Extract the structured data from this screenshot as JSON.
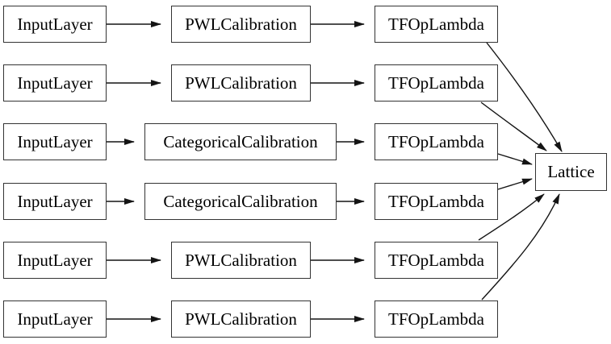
{
  "diagram": {
    "type": "model-graph",
    "background_color": "#ffffff",
    "node_border_color": "#333333",
    "node_fill_color": "#ffffff",
    "edge_color": "#141414",
    "text_color": "#000000",
    "rows": [
      {
        "input": "InputLayer",
        "calibration": "PWLCalibration",
        "lambda": "TFOpLambda"
      },
      {
        "input": "InputLayer",
        "calibration": "PWLCalibration",
        "lambda": "TFOpLambda"
      },
      {
        "input": "InputLayer",
        "calibration": "CategoricalCalibration",
        "lambda": "TFOpLambda"
      },
      {
        "input": "InputLayer",
        "calibration": "CategoricalCalibration",
        "lambda": "TFOpLambda"
      },
      {
        "input": "InputLayer",
        "calibration": "PWLCalibration",
        "lambda": "TFOpLambda"
      },
      {
        "input": "InputLayer",
        "calibration": "PWLCalibration",
        "lambda": "TFOpLambda"
      }
    ],
    "output": {
      "label": "Lattice"
    },
    "edges": [
      "InputLayer.1 -> PWLCalibration.1",
      "PWLCalibration.1 -> TFOpLambda.1",
      "TFOpLambda.1 -> Lattice",
      "InputLayer.2 -> PWLCalibration.2",
      "PWLCalibration.2 -> TFOpLambda.2",
      "TFOpLambda.2 -> Lattice",
      "InputLayer.3 -> CategoricalCalibration.1",
      "CategoricalCalibration.1 -> TFOpLambda.3",
      "TFOpLambda.3 -> Lattice",
      "InputLayer.4 -> CategoricalCalibration.2",
      "CategoricalCalibration.2 -> TFOpLambda.4",
      "TFOpLambda.4 -> Lattice",
      "InputLayer.5 -> PWLCalibration.3",
      "PWLCalibration.3 -> TFOpLambda.5",
      "TFOpLambda.5 -> Lattice",
      "InputLayer.6 -> PWLCalibration.4",
      "PWLCalibration.4 -> TFOpLambda.6",
      "TFOpLambda.6 -> Lattice"
    ]
  }
}
